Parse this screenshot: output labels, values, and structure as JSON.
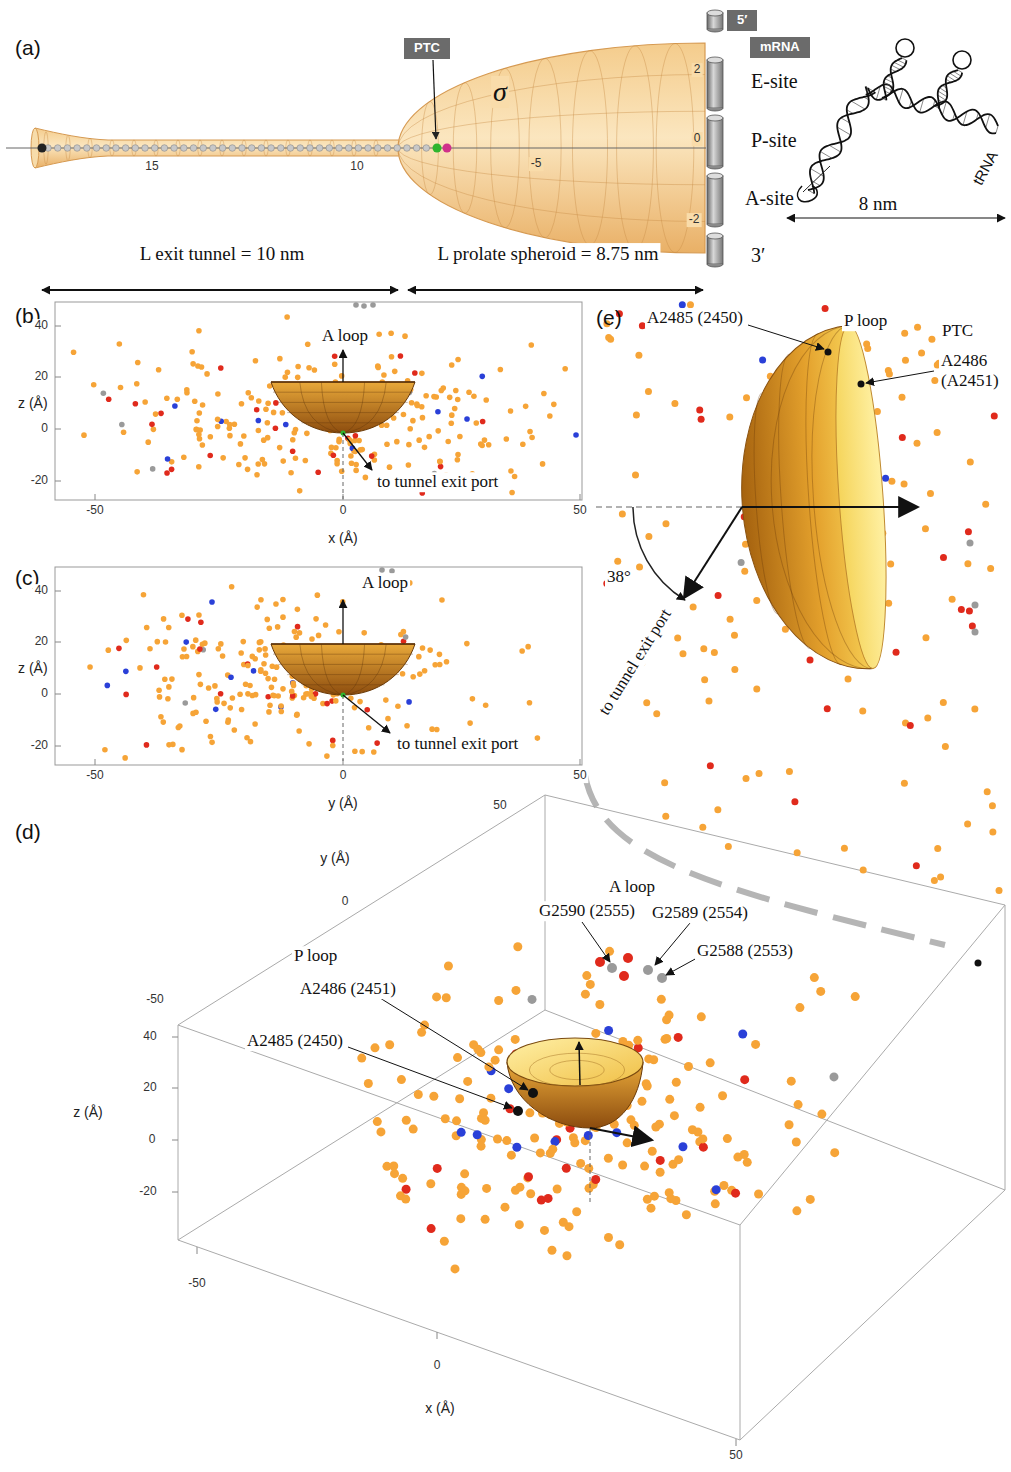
{
  "diagram": {
    "nodes": [
      {
        "text": [
          "PTC"
        ]
      },
      {
        "text": [
          "5′"
        ]
      },
      {
        "text": [
          "mRNA"
        ]
      },
      {
        "text": [
          "E-site"
        ]
      },
      {
        "text": [
          "P-site"
        ]
      },
      {
        "text": [
          "A-site"
        ]
      },
      {
        "text": [
          "3′"
        ]
      }
    ],
    "labels": [
      "(a)",
      "15",
      "10",
      "-5",
      "2",
      "0",
      "-2",
      "σ",
      "tRNA",
      "8 nm",
      "L exit tunnel = 10 nm",
      "L prolate spheroid = 8.75 nm",
      "(b)",
      "A loop",
      "to tunnel exit port",
      "z (Å)",
      "40",
      "20",
      "0",
      "-20",
      "-50",
      "0",
      "50",
      "x (Å)",
      "(c)",
      "A loop",
      "to tunnel exit port",
      "z (Å)",
      "40",
      "20",
      "0",
      "-20",
      "-50",
      "0",
      "50",
      "y (Å)",
      "(d)",
      "y (Å)",
      "50",
      "0",
      "-50",
      "z (Å)",
      "40",
      "20",
      "0",
      "-20",
      "-50",
      "0",
      "50",
      "x (Å)",
      "A loop",
      "G2590 (2555)",
      "G2589 (2554)",
      "G2588 (2553)",
      "P loop",
      "A2486 (2451)",
      "A2485 (2450)",
      "(e)",
      "A2485 (2450)",
      "P loop",
      "PTC",
      "A2486 (A2451)",
      "38°",
      "to tunnel exit port"
    ]
  }
}
